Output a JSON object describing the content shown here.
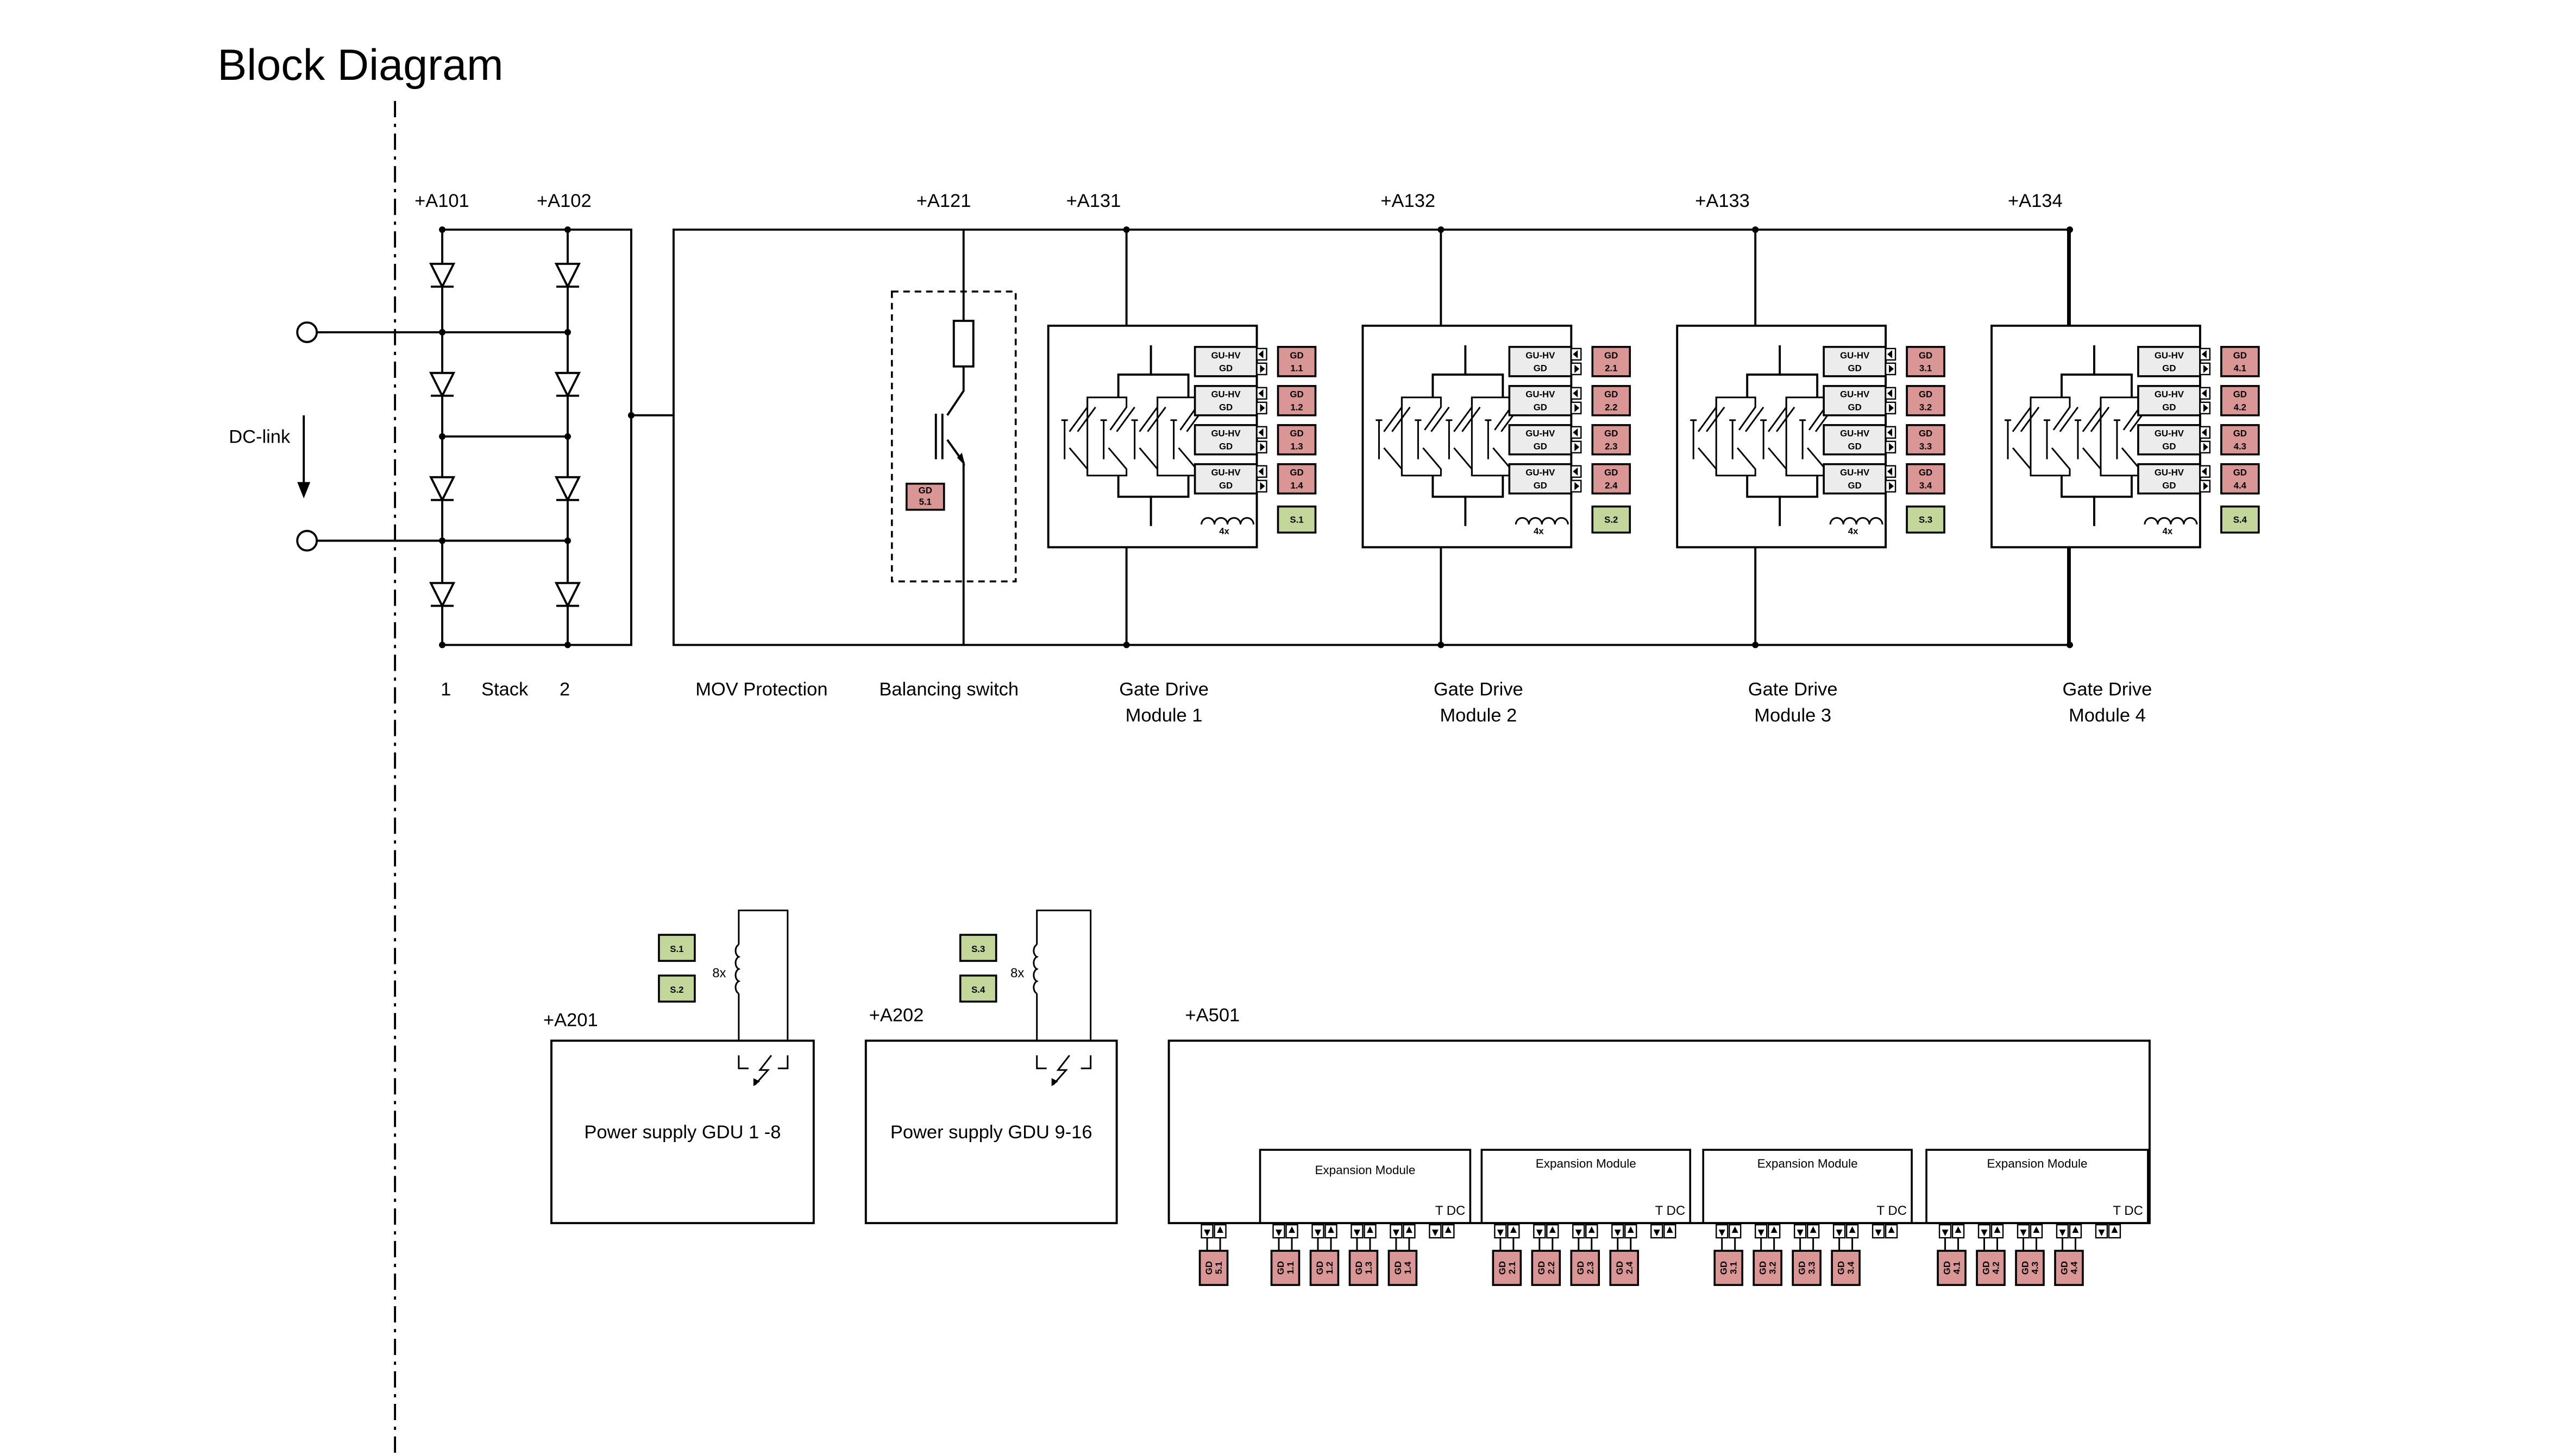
{
  "title": "Block Diagram",
  "colors": {
    "gd_box": "#d99694",
    "supply_box": "#c4d79b",
    "gu_box": "#ececec",
    "line": "#000000"
  },
  "dc_link_label": "DC-link",
  "top_refs": [
    "+A101",
    "+A102",
    "+A121",
    "+A131",
    "+A132",
    "+A133",
    "+A134"
  ],
  "bottom_labels": {
    "stack_1": "1",
    "stack": "Stack",
    "stack_2": "2",
    "mov": "MOV Protection",
    "balancing": "Balancing switch"
  },
  "balancing_gd": {
    "line1": "GD",
    "line2": "5.1"
  },
  "gate_drive_modules": [
    {
      "line1": "Gate Drive",
      "line2": "Module 1",
      "gd": [
        "1.1",
        "1.2",
        "1.3",
        "1.4"
      ],
      "s": "S.1"
    },
    {
      "line1": "Gate Drive",
      "line2": "Module 2",
      "gd": [
        "2.1",
        "2.2",
        "2.3",
        "2.4"
      ],
      "s": "S.2"
    },
    {
      "line1": "Gate Drive",
      "line2": "Module 3",
      "gd": [
        "3.1",
        "3.2",
        "3.3",
        "3.4"
      ],
      "s": "S.3"
    },
    {
      "line1": "Gate Drive",
      "line2": "Module 4",
      "gd": [
        "4.1",
        "4.2",
        "4.3",
        "4.4"
      ],
      "s": "S.4"
    }
  ],
  "gu_label": {
    "line1": "GU-HV",
    "line2": "GD"
  },
  "gd_prefix": "GD",
  "inductor_count": "4x",
  "power_supplies": [
    {
      "ref": "+A201",
      "label": "Power supply GDU 1 -8",
      "s": [
        "S.1",
        "S.2"
      ],
      "count": "8x"
    },
    {
      "ref": "+A202",
      "label": "Power supply GDU 9-16",
      "s": [
        "S.3",
        "S.4"
      ],
      "count": "8x"
    }
  ],
  "controller": {
    "ref": "+A501",
    "base_gd": "5.1",
    "expansion_label": "Expansion Module",
    "expansion_ports": "T  DC",
    "expansions": [
      [
        "1.1",
        "1.2",
        "1.3",
        "1.4"
      ],
      [
        "2.1",
        "2.2",
        "2.3",
        "2.4"
      ],
      [
        "3.1",
        "3.2",
        "3.3",
        "3.4"
      ],
      [
        "4.1",
        "4.2",
        "4.3",
        "4.4"
      ]
    ]
  }
}
